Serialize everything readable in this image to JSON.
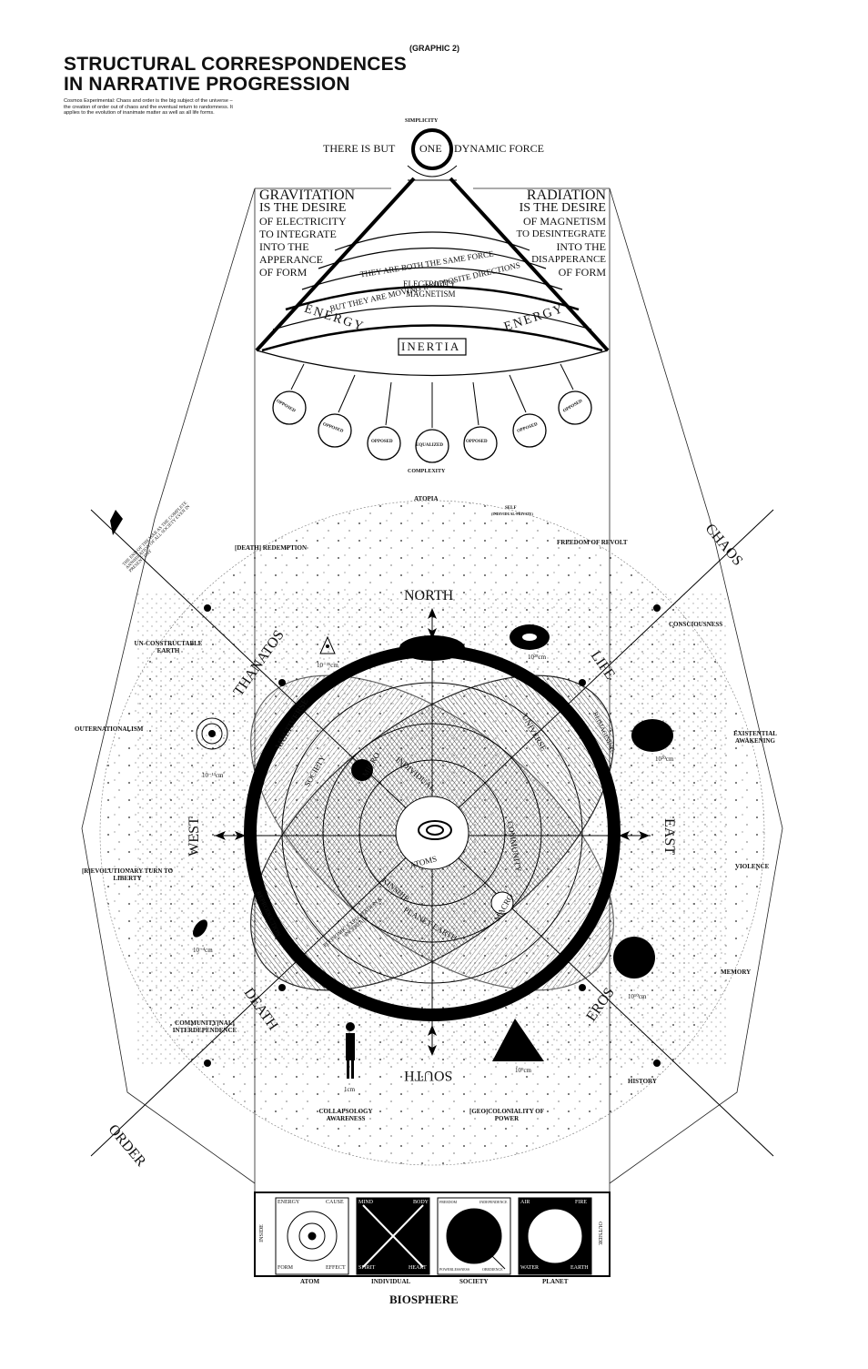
{
  "header": {
    "title_line1": "STRUCTURAL CORRESPONDENCES",
    "title_line2": "IN NARRATIVE PROGRESSION",
    "graphic_tag": "(GRAPHIC 2)",
    "intro": "Cosmos Experimental: Chaos and order is the big subject of the universe – the creation of order out of chaos and the eventual return to randomness. It applies to the evolution of inanimate matter as well as all life forms."
  },
  "top": {
    "simplicity": "SIMPLICITY",
    "force_left": "THERE IS BUT",
    "force_center": "ONE",
    "force_right": "DYNAMIC FORCE",
    "gravitation": [
      "GRAVITATION",
      "IS THE DESIRE",
      "OF ELECTRICITY",
      "TO INTEGRATE",
      "INTO THE",
      "APPERANCE",
      "OF FORM"
    ],
    "radiation": [
      "RADIATION",
      "IS THE DESIRE",
      "OF MAGNETISM",
      "TO DESINTEGRATE",
      "INTO THE",
      "DISAPPERANCE",
      "OF FORM"
    ],
    "arc1": "THEY ARE BOTH THE SAME FORCE",
    "arc2": "ELECTRICITY",
    "arc3": "MAGNETISM",
    "arc4": "BUT THEY ARE MOVING IN OPPOSITE DIRECTIONS",
    "energy_left": "ENERGY",
    "inertia": "INERTIA",
    "energy_right": "ENERGY",
    "opposed": "OPPOSED",
    "equalized": "EQUALIZED",
    "complexity": "COMPLEXITY"
  },
  "compass": {
    "north": "NORTH",
    "south": "SOUTH",
    "east": "EAST",
    "west": "WEST",
    "thanatos": "THANATOS",
    "life": "LIFE",
    "death": "DEATH",
    "eros": "EROS",
    "chaos": "CHAOS",
    "order": "ORDER"
  },
  "inner": {
    "multiverse": "MULTIVERSE",
    "society": "SOCIETY",
    "individual": "INDIVIDUAL",
    "atoms": "ATOMS",
    "kinship": "KINSHIP",
    "planet_earth": "PLANET EARTH",
    "micro": "MICRO",
    "macro": "MACRO",
    "universe": "UNIVERSE",
    "community": "COMMUNITY",
    "economic": "ECONOMIC EXPLOITATION & INCERTAIN",
    "reimagining": "REIMAGINING",
    "reproduction": "REPRODUCTION"
  },
  "scales": {
    "s_neg35": "10⁻³⁵cm",
    "s_neg13": "10⁻¹³cm",
    "s_neg4": "10⁻⁴cm",
    "s_1cm": "1cm",
    "s_9": "10⁹cm",
    "s_10": "10¹⁰cm",
    "s_20": "10²⁰cm",
    "s_28": "10²⁸cm"
  },
  "sections": {
    "atopia": "ATOPIA",
    "self": "SELF",
    "self_sub": "(INDIVIDUAL-PRIVATE)",
    "death_redemption": "[DEATH] REDEMPTION",
    "freedom_of_revolt": "FREEDOM OF REVOLT",
    "unconstructable_earth": "UN-CONSTRUCTABLE EARTH",
    "consciousness": "CONSCIOUSNESS",
    "outernationalism": "OUTERNATIONALISM",
    "existential_awakening": "EXISTENTIAL AWAKENING",
    "violence": "VIOLENCE",
    "revolutionary_turn": "[R]EVOLUTIONARY TURN TO LIBERTY",
    "memory": "MEMORY",
    "community_interdependence": "COMMUNITY[NAL] INTERDEPENDENCE",
    "history": "HISTORY",
    "collapsology": "COLLAPSOLOGY AWARENESS",
    "geocoloniality": "[GEO]COLONIALITY OF POWER",
    "end_note": "THE END OF THE WAR AS THE COMPLETE ANNIHILATION OF ALL SOCIETY EVEN IN PRESENT DAY"
  },
  "bottom": {
    "inside": "INSIDE",
    "outside": "OUTSIDE",
    "atom_energy": "ENERGY",
    "atom_cause": "CAUSE",
    "atom_form": "FORM",
    "atom_effect": "EFFECT",
    "atom": "ATOM",
    "ind_mind": "MIND",
    "ind_body": "BODY",
    "ind_spirit": "SPIRIT",
    "ind_heart": "HEART",
    "individual": "INDIVIDUAL",
    "soc_freedom": "FREEDOM",
    "soc_independence": "INDEPENDENCE",
    "soc_powerlessness": "POWERLESSNESS",
    "soc_obedience": "OBEDIENCE",
    "society": "SOCIETY",
    "pl_air": "AIR",
    "pl_fire": "FIRE",
    "pl_water": "WATER",
    "pl_earth": "EARTH",
    "planet": "PLANET",
    "biosphere": "BIOSPHERE"
  }
}
